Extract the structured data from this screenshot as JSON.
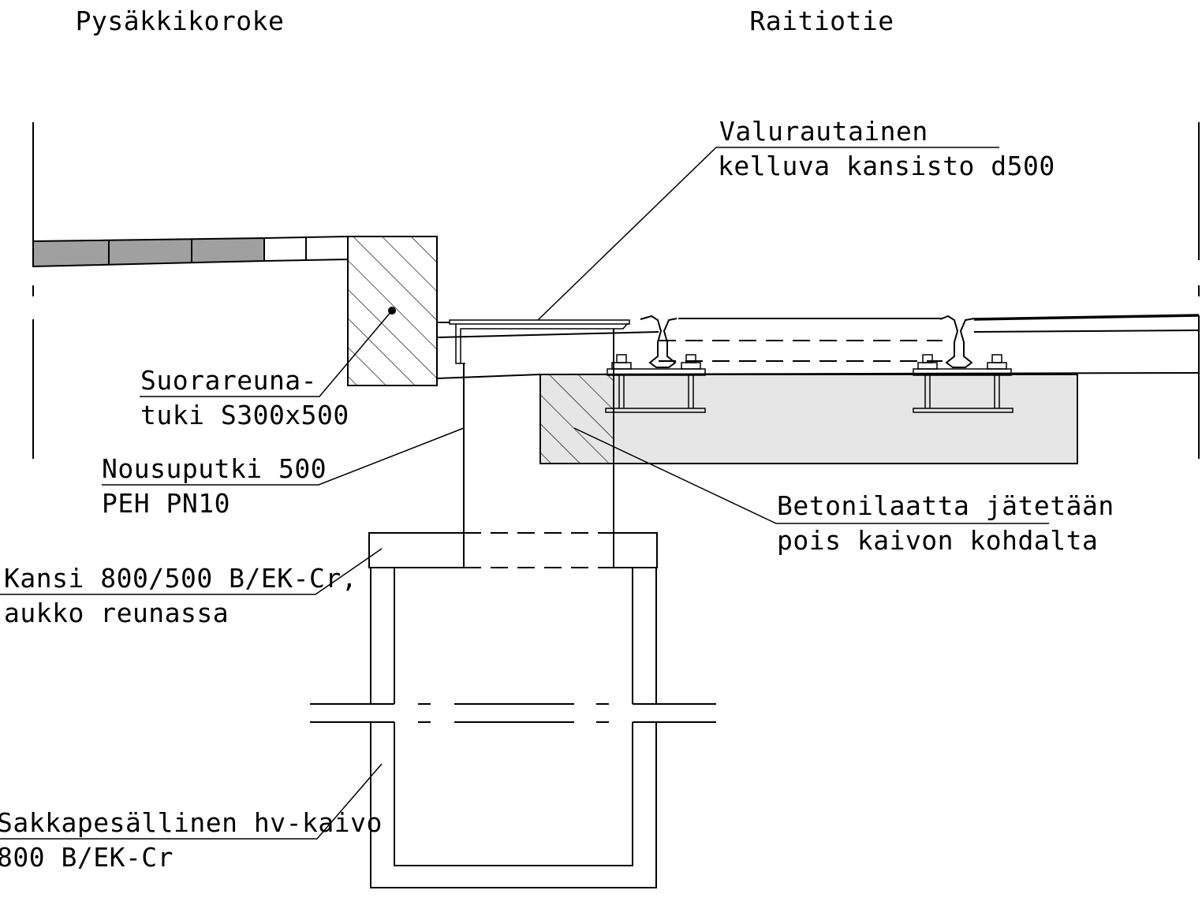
{
  "headings": {
    "left": "Pysäkkikoroke",
    "right": "Raitiotie"
  },
  "labels": {
    "cover_line1": "Valurautainen",
    "cover_line2": "kelluva kansisto d500",
    "curb_line1": "Suorareuna-",
    "curb_line2": "tuki S300x500",
    "riser_line1": "Nousuputki 500",
    "riser_line2": "PEH PN10",
    "slab_line1": "Betonilaatta jätetään",
    "slab_line2": "pois kaivon kohdalta",
    "lid_line1": "Kansi 800/500 B/EK-Cr,",
    "lid_line2": "aukko reunassa",
    "well_line1": "Sakkapesällinen hv-kaivo",
    "well_line2": "800 B/EK-Cr"
  },
  "colors": {
    "line": "#000000",
    "paving_dark": "#a0a0a0",
    "slab_fill": "#e6e6e6"
  }
}
